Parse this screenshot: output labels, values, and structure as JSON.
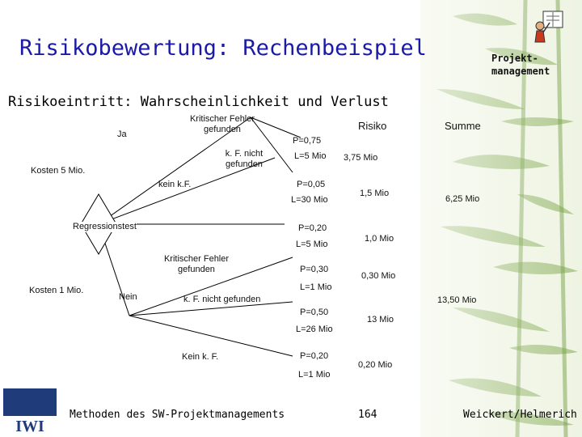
{
  "slide": {
    "title": "Risikobewertung: Rechenbeispiel",
    "brand_line1": "Projekt-",
    "brand_line2": "management",
    "subtitle": "Risikoeintritt: Wahrscheinlichkeit und Verlust"
  },
  "headers": {
    "risiko": "Risiko",
    "summe": "Summe"
  },
  "tree": {
    "top_branch": "Ja",
    "top_cost": "Kosten 5 Mio.",
    "kritisch_line1": "Kritischer Fehler",
    "kritisch_line2": "gefunden",
    "nicht_line1": "k. F. nicht",
    "nicht_line2": "gefunden",
    "kein": "kein k.F.",
    "decision": "Regressionstest",
    "bottom_cost": "Kosten 1 Mio.",
    "bottom_branch": "Nein",
    "b_kritisch_line1": "Kritischer Fehler",
    "b_kritisch_line2": "gefunden",
    "b_nicht": "k. F. nicht gefunden",
    "b_kein": "Kein k. F."
  },
  "outcomes": [
    {
      "p": "P=0,75",
      "l": "L=5 Mio",
      "risk": "3,75 Mio"
    },
    {
      "p": "P=0,05",
      "l": "L=30 Mio",
      "risk": "1,5 Mio"
    },
    {
      "p": "P=0,20",
      "l": "L=5 Mio",
      "risk": "1,0 Mio"
    },
    {
      "p": "P=0,30",
      "l": "L=1 Mio",
      "risk": "0,30 Mio"
    },
    {
      "p": "P=0,50",
      "l": "L=26 Mio",
      "risk": "13 Mio"
    },
    {
      "p": "P=0,20",
      "l": "L=1 Mio",
      "risk": "0,20 Mio"
    }
  ],
  "sums": {
    "ja": "6,25 Mio",
    "nein": "13,50 Mio"
  },
  "footer": {
    "course": "Methoden des SW-Projektmanagements",
    "page": "164",
    "authors": "Weickert/Helmerich",
    "logo_text": "IWI"
  },
  "icons": {
    "logo": "university-logo-icon",
    "mascot": "mascot-icon"
  },
  "colors": {
    "title": "#1a1aa6",
    "bamboo": "#7ea54a"
  }
}
